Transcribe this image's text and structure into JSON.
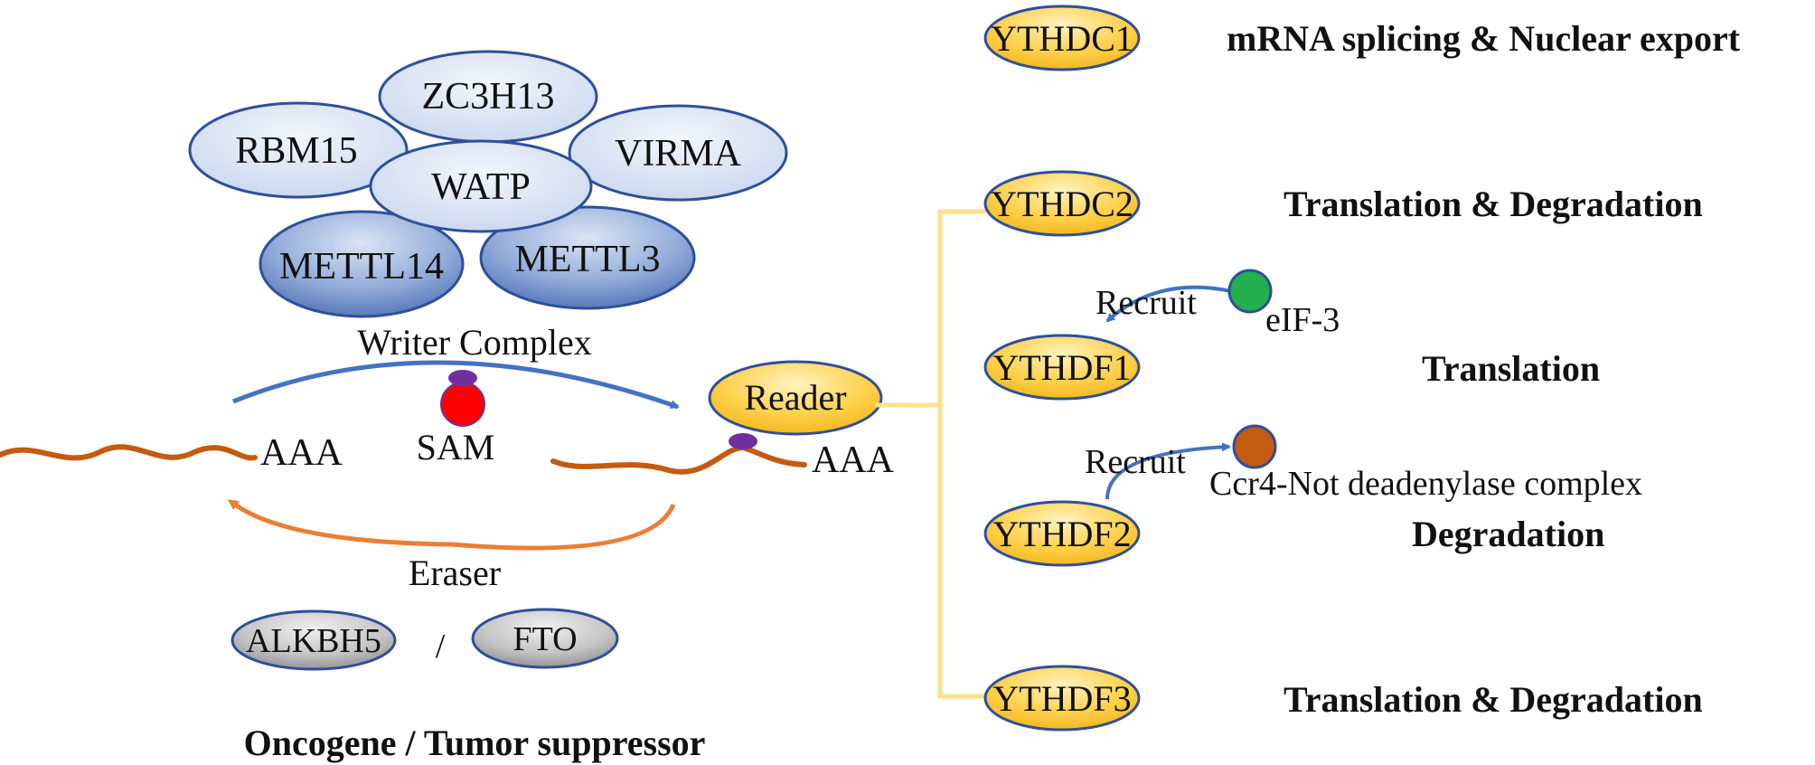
{
  "writer": {
    "proteins": {
      "zc3h13": "ZC3H13",
      "rbm15": "RBM15",
      "virma": "VIRMA",
      "watp": "WATP",
      "mettl14": "METTL14",
      "mettl3": "METTL3"
    },
    "label": "Writer Complex"
  },
  "sam_label": "SAM",
  "poly_a": {
    "left": "AAA",
    "right": "AAA"
  },
  "eraser": {
    "label": "Eraser",
    "alkbh5": "ALKBH5",
    "separator": "/",
    "fto": "FTO"
  },
  "footer": "Oncogene / Tumor suppressor",
  "reader_label": "Reader",
  "readers": [
    {
      "name": "YTHDC1",
      "function": "mRNA splicing & Nuclear export"
    },
    {
      "name": "YTHDC2",
      "function": "Translation & Degradation"
    },
    {
      "name": "YTHDF1",
      "function": "Translation"
    },
    {
      "name": "YTHDF2",
      "function": "Degradation"
    },
    {
      "name": "YTHDF3",
      "function": "Translation & Degradation"
    }
  ],
  "recruit": {
    "label_1": "Recruit",
    "partner_1": "eIF-3",
    "label_2": "Recruit",
    "partner_2": "Ccr4-Not deadenylase complex"
  },
  "colors": {
    "writer_light": "#dce6f5",
    "writer_dark": "#5b7fc0",
    "outline": "#2f4f9a",
    "reader_yellow": "#ffc72c",
    "eraser_gray": "#9a9a9a",
    "mrna": "#c55a11",
    "arrow_blue": "#4472c4",
    "arrow_orange": "#ed7d31",
    "connector": "#ffe08a",
    "sam": "#ff0000",
    "methyl": "#7030a0",
    "eif3": "#22b14c",
    "ccr4": "#c55a11"
  }
}
